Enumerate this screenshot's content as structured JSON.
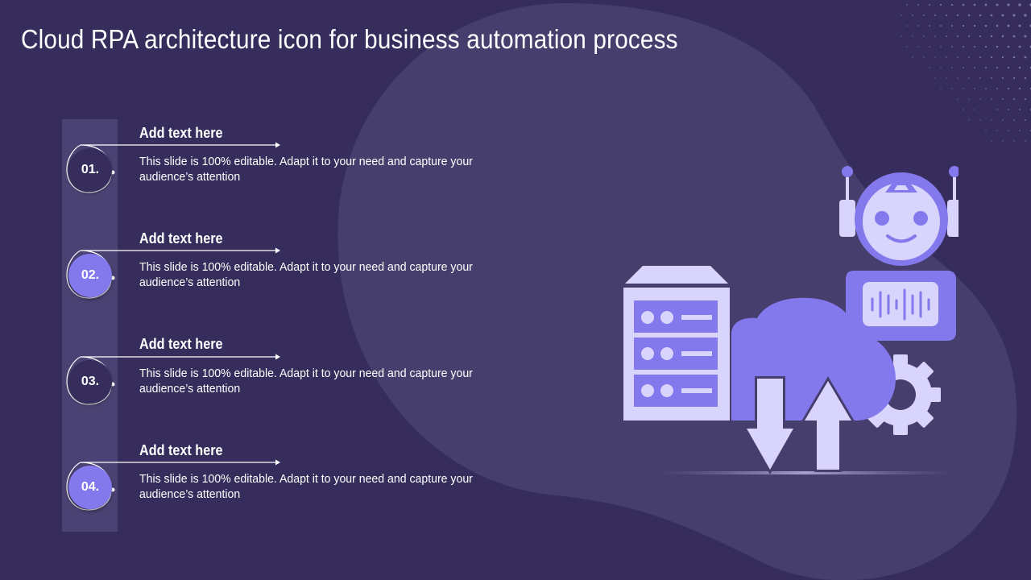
{
  "slide": {
    "title": "Cloud RPA architecture icon for business automation process"
  },
  "items": [
    {
      "number": "01.",
      "heading": "Add text here",
      "body": "This slide is 100% editable. Adapt it to your need and capture your audience’s attention",
      "style": "dark"
    },
    {
      "number": "02.",
      "heading": "Add text here",
      "body": "This slide is 100% editable. Adapt it to your need and capture your audience’s attention",
      "style": "light"
    },
    {
      "number": "03.",
      "heading": "Add text here",
      "body": "This slide is 100% editable. Adapt it to your need and capture your audience’s attention",
      "style": "dark"
    },
    {
      "number": "04.",
      "heading": "Add text here",
      "body": "This slide is 100% editable. Adapt it to your need and capture your audience’s attention",
      "style": "light"
    }
  ],
  "colors": {
    "background": "#362d5c",
    "blob": "#463f6e",
    "accent": "#8479ec",
    "light": "#d9d4fb"
  },
  "icons": [
    "server-rack-icon",
    "cloud-icon",
    "download-arrow-icon",
    "upload-arrow-icon",
    "gear-icon",
    "robot-icon"
  ]
}
